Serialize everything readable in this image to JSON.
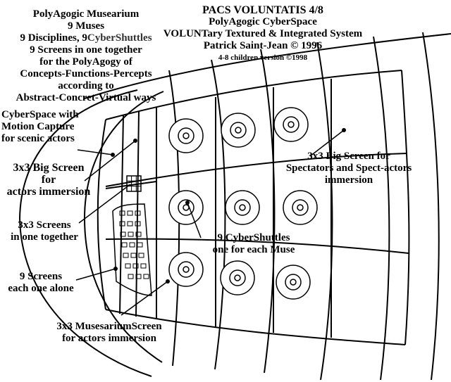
{
  "left_block": {
    "l1": "PolyAgogic Musearium",
    "l2": "9 Muses",
    "l3a": "9 Disciplines, 9",
    "l3b": "CyberShuttles",
    "l4": "9 Screens in one together",
    "l5": "for the PolyAgogy of",
    "l6": "Concepts-Functions-Percepts",
    "l7": "according to",
    "l8": "Abstract-Concret-Virtual ways"
  },
  "title_block": {
    "title": "PACS VOLUNTATIS 4/8",
    "subtitle": "PolyAgogic CyberSpace",
    "system": "VOLUNTary Textured & Integrated System",
    "author": "Patrick Saint-Jean © 1996",
    "version": "4-8 children version ©1998"
  },
  "labels": {
    "cyberspace": [
      "CyberSpace with",
      "Motion  Capture",
      "for scenic actors"
    ],
    "big_screen_actors": [
      "3x3 Big Screen",
      "for",
      "actors immersion"
    ],
    "screens_together": [
      "3x3 Screens",
      "in one together"
    ],
    "screens_alone": [
      "9 Screens",
      "each one alone"
    ],
    "musearium_screen": [
      "3x3 MusesariumScreen",
      "for actors immersion"
    ],
    "big_screen_spectators": [
      "3x3 Big Screen for",
      "Spectators and Spect-actors",
      "immersion"
    ],
    "cybershuttles": [
      "9 CyberShuttles",
      "one for each Muse"
    ]
  }
}
